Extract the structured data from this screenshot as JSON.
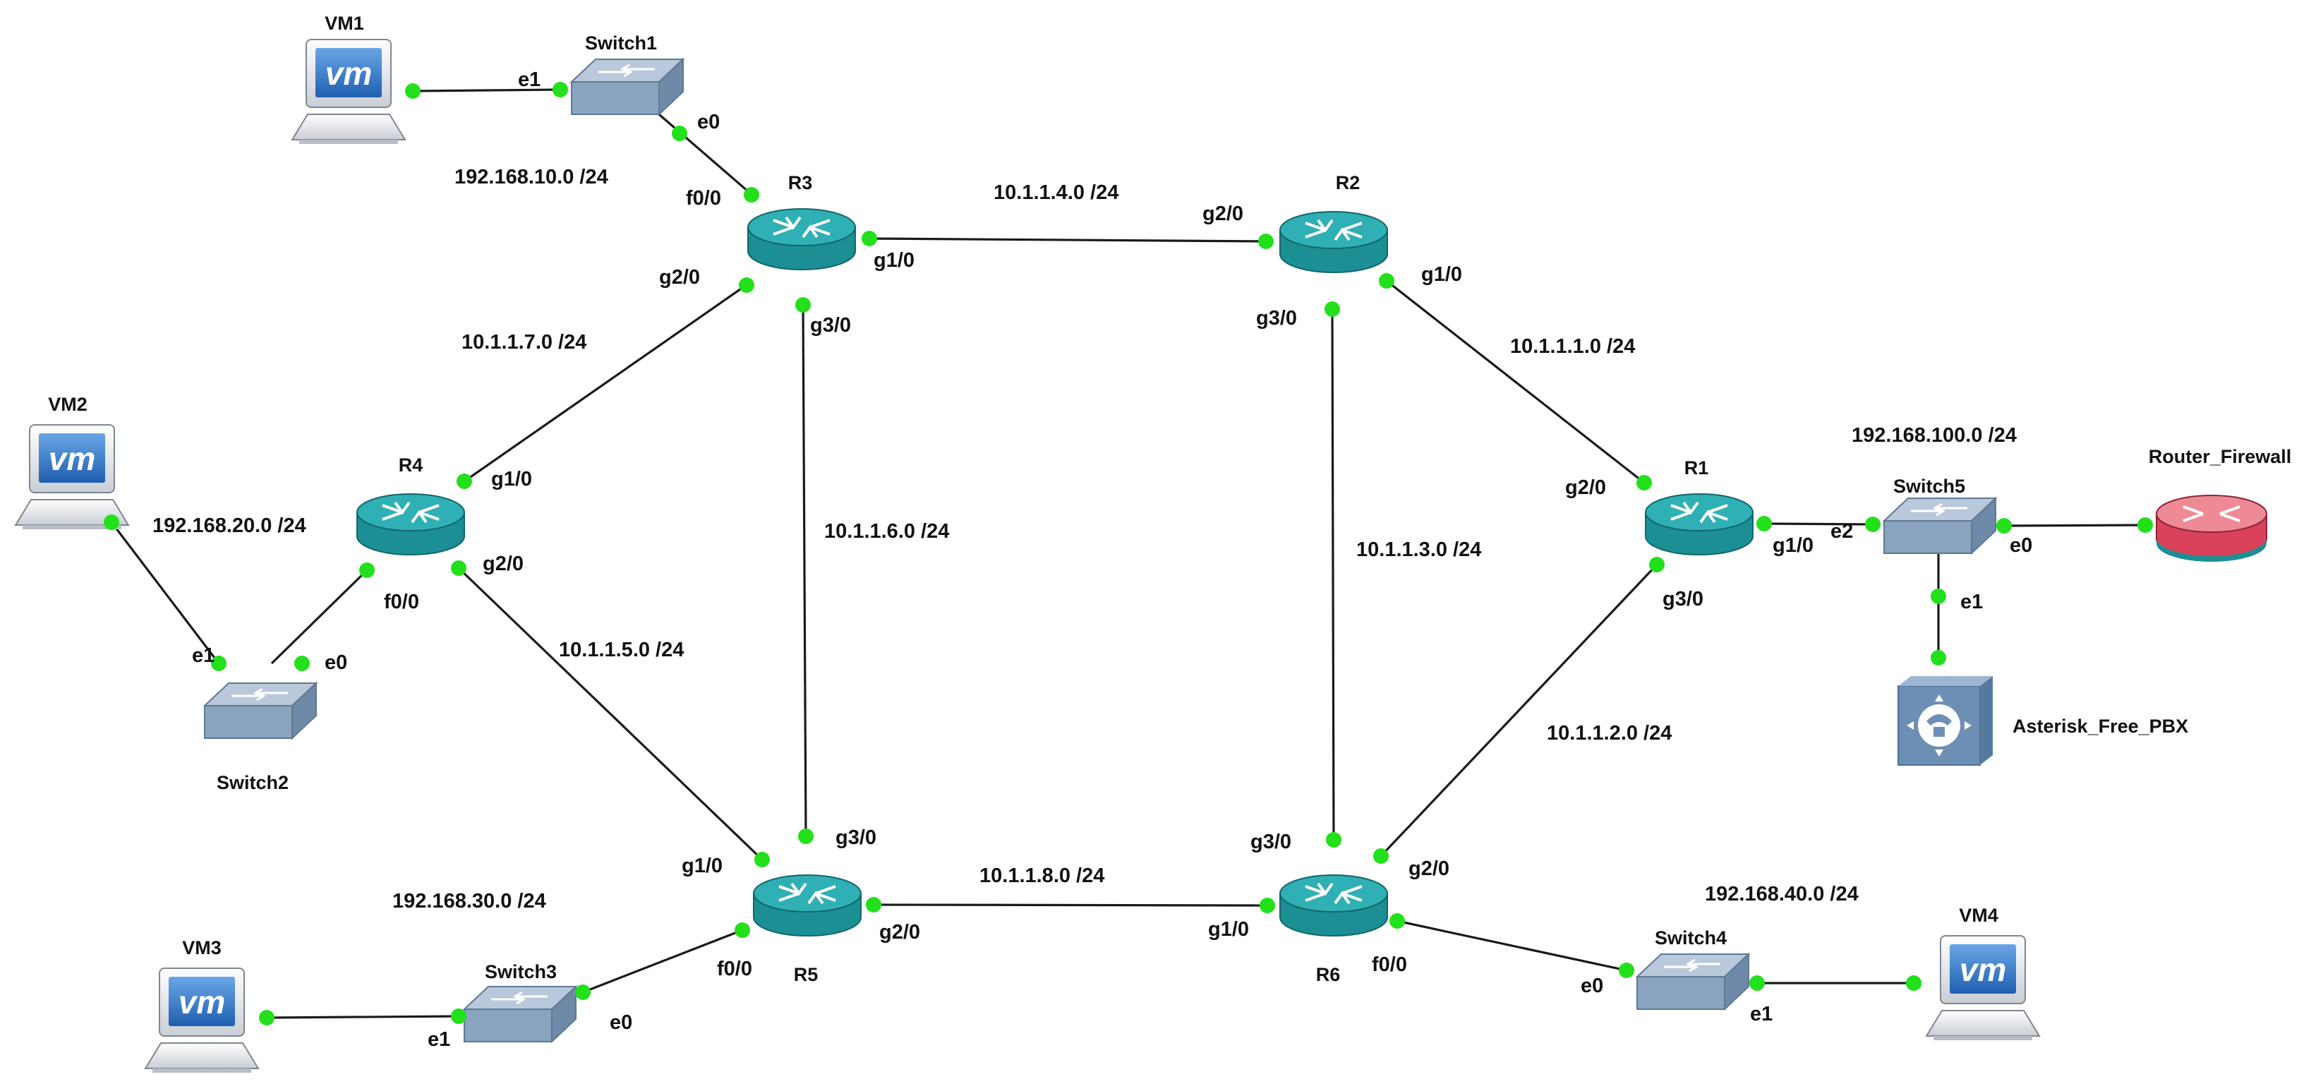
{
  "colors": {
    "link": "#1a1a1a",
    "endpoint": "#22e01a",
    "router": "#1b8f94",
    "router_top": "#2fb0b4",
    "firewall": "#d9425a",
    "firewall_top": "#ee8a96",
    "switch": "#8aa3bf",
    "switch_top": "#b9c9db",
    "pbx": "#6e8fb4"
  },
  "devices": {
    "vm1": {
      "name": "VM1",
      "icon": "vm-icon",
      "logo": "vm"
    },
    "vm2": {
      "name": "VM2",
      "icon": "vm-icon",
      "logo": "vm"
    },
    "vm3": {
      "name": "VM3",
      "icon": "vm-icon",
      "logo": "vm"
    },
    "vm4": {
      "name": "VM4",
      "icon": "vm-icon",
      "logo": "vm"
    },
    "switch1": {
      "name": "Switch1",
      "icon": "switch-icon"
    },
    "switch2": {
      "name": "Switch2",
      "icon": "switch-icon"
    },
    "switch3": {
      "name": "Switch3",
      "icon": "switch-icon"
    },
    "switch4": {
      "name": "Switch4",
      "icon": "switch-icon"
    },
    "switch5": {
      "name": "Switch5",
      "icon": "switch-icon"
    },
    "r1": {
      "name": "R1",
      "icon": "router-icon"
    },
    "r2": {
      "name": "R2",
      "icon": "router-icon"
    },
    "r3": {
      "name": "R3",
      "icon": "router-icon"
    },
    "r4": {
      "name": "R4",
      "icon": "router-icon"
    },
    "r5": {
      "name": "R5",
      "icon": "router-icon"
    },
    "r6": {
      "name": "R6",
      "icon": "router-icon"
    },
    "router_firewall": {
      "name": "Router_Firewall",
      "icon": "firewall-router-icon"
    },
    "pbx": {
      "name": "Asterisk_Free_PBX",
      "icon": "pbx-phone-icon"
    }
  },
  "networks": {
    "n_192_168_10": "192.168.10.0 /24",
    "n_192_168_20": "192.168.20.0 /24",
    "n_192_168_30": "192.168.30.0 /24",
    "n_192_168_40": "192.168.40.0 /24",
    "n_192_168_100": "192.168.100.0 /24",
    "n_10_1_1_1": "10.1.1.1.0 /24",
    "n_10_1_1_2": "10.1.1.2.0 /24",
    "n_10_1_1_3": "10.1.1.3.0 /24",
    "n_10_1_1_4": "10.1.1.4.0 /24",
    "n_10_1_1_5": "10.1.1.5.0 /24",
    "n_10_1_1_6": "10.1.1.6.0 /24",
    "n_10_1_1_7": "10.1.1.7.0 /24",
    "n_10_1_1_8": "10.1.1.8.0 /24"
  },
  "ports": {
    "sw1_e1": "e1",
    "sw1_e0": "e0",
    "r3_f0": "f0/0",
    "r3_g1": "g1/0",
    "r3_g2": "g2/0",
    "r3_g3": "g3/0",
    "r2_g2": "g2/0",
    "r2_g1": "g1/0",
    "r2_g3": "g3/0",
    "r1_g2": "g2/0",
    "r1_g1": "g1/0",
    "r1_g3": "g3/0",
    "sw5_e2": "e2",
    "sw5_e0": "e0",
    "sw5_e1": "e1",
    "r4_g1": "g1/0",
    "r4_g2": "g2/0",
    "r4_f0": "f0/0",
    "sw2_e1": "e1",
    "sw2_e0": "e0",
    "r5_g3": "g3/0",
    "r5_g1": "g1/0",
    "r5_g2": "g2/0",
    "r5_f0": "f0/0",
    "r6_g3": "g3/0",
    "r6_g2": "g2/0",
    "r6_g1": "g1/0",
    "r6_f0": "f0/0",
    "sw3_e1": "e1",
    "sw3_e0": "e0",
    "sw4_e0": "e0",
    "sw4_e1": "e1"
  }
}
